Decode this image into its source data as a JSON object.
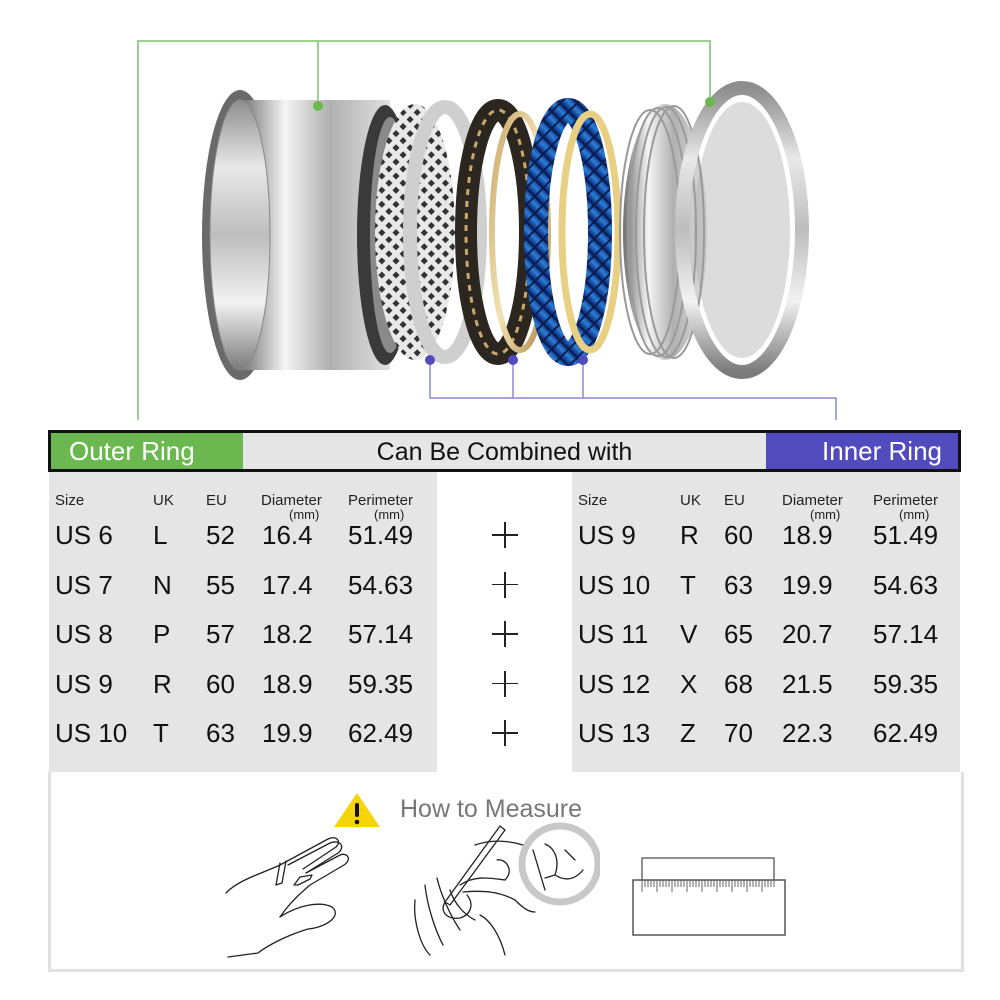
{
  "header": {
    "outer_label": "Outer Ring",
    "middle_label": "Can Be Combined with",
    "inner_label": "Inner Ring"
  },
  "colors": {
    "outer_accent": "#6ab84f",
    "inner_accent": "#524bbd",
    "panel_bg": "#e5e5e5",
    "warning_yellow": "#f5d50a"
  },
  "columns": {
    "size": "Size",
    "uk": "UK",
    "eu": "EU",
    "diameter": "Diameter",
    "perimeter": "Perimeter",
    "unit": "(mm)"
  },
  "outer_rows": [
    {
      "size": "US 6",
      "uk": "L",
      "eu": "52",
      "diameter": "16.4",
      "perimeter": "51.49"
    },
    {
      "size": "US 7",
      "uk": "N",
      "eu": "55",
      "diameter": "17.4",
      "perimeter": "54.63"
    },
    {
      "size": "US 8",
      "uk": "P",
      "eu": "57",
      "diameter": "18.2",
      "perimeter": "57.14"
    },
    {
      "size": "US 9",
      "uk": "R",
      "eu": "60",
      "diameter": "18.9",
      "perimeter": "59.35"
    },
    {
      "size": "US 10",
      "uk": "T",
      "eu": "63",
      "diameter": "19.9",
      "perimeter": "62.49"
    }
  ],
  "inner_rows": [
    {
      "size": "US 9",
      "uk": "R",
      "eu": "60",
      "diameter": "18.9",
      "perimeter": "51.49"
    },
    {
      "size": "US 10",
      "uk": "T",
      "eu": "63",
      "diameter": "19.9",
      "perimeter": "54.63"
    },
    {
      "size": "US 11",
      "uk": "V",
      "eu": "65",
      "diameter": "20.7",
      "perimeter": "57.14"
    },
    {
      "size": "US 12",
      "uk": "X",
      "eu": "68",
      "diameter": "21.5",
      "perimeter": "59.35"
    },
    {
      "size": "US 13",
      "uk": "Z",
      "eu": "70",
      "diameter": "22.3",
      "perimeter": "62.49"
    }
  ],
  "combine_symbol": "+",
  "measure": {
    "title": "How to Measure",
    "warning_icon": "warning-triangle-icon",
    "steps": [
      "hand-with-paper-strip-icon",
      "hand-marking-strip-icon",
      "ruler-icon"
    ]
  },
  "product": {
    "rings": [
      "outer-sleeve-ring",
      "woven-silver-ring",
      "gold-twist-ring",
      "blue-lattice-ring",
      "ribbed-inner-ring"
    ]
  }
}
